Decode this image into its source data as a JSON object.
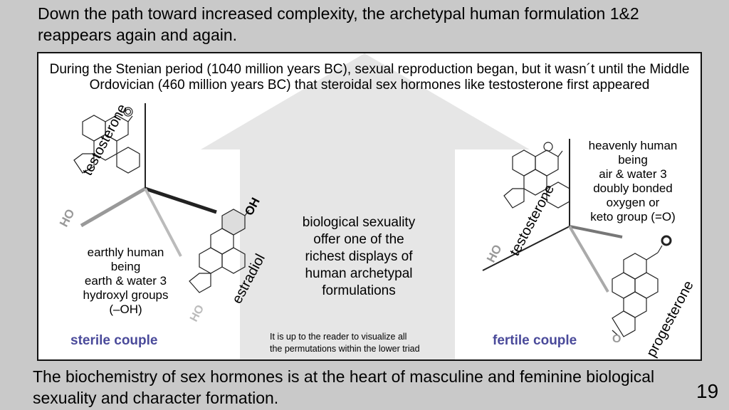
{
  "title": "Down the path toward increased complexity, the archetypal human formulation 1&2 reappears again and again.",
  "intro": "During the Stenian period (1040 million years BC), sexual reproduction began, but it wasn´t until the Middle Ordovician (460 million years BC) that steroidal sex hormones like testosterone first appeared",
  "left": {
    "description": [
      "earthly human",
      "being",
      "earth & water 3",
      "hydroxyl groups",
      "(–OH)"
    ],
    "couple": "sterile couple",
    "molecule_a": "testosterone",
    "molecule_b": "estradiol",
    "group_ho": "HO",
    "group_oh": "OH"
  },
  "center": {
    "text": [
      "biological sexuality",
      "offer one of the",
      "richest displays of",
      "human archetypal",
      "formulations"
    ],
    "note": [
      "It is up to the reader to visualize all",
      "the permutations within the lower triad"
    ]
  },
  "right": {
    "description": [
      "heavenly human",
      "being",
      "air & water 3",
      "doubly bonded",
      "oxygen or",
      "keto group (=O)"
    ],
    "couple": "fertile couple",
    "molecule_a": "testosterone",
    "molecule_b": "progesterone",
    "group_ho": "HO",
    "group_o": "O"
  },
  "footer": "The biochemistry of sex hormones is at the heart of masculine and feminine biological sexuality and character formation.",
  "page_number": "19",
  "colors": {
    "background": "#c9c9c9",
    "couple_label": "#4a4a9a",
    "arrow_fill": "#e6e6e6"
  }
}
